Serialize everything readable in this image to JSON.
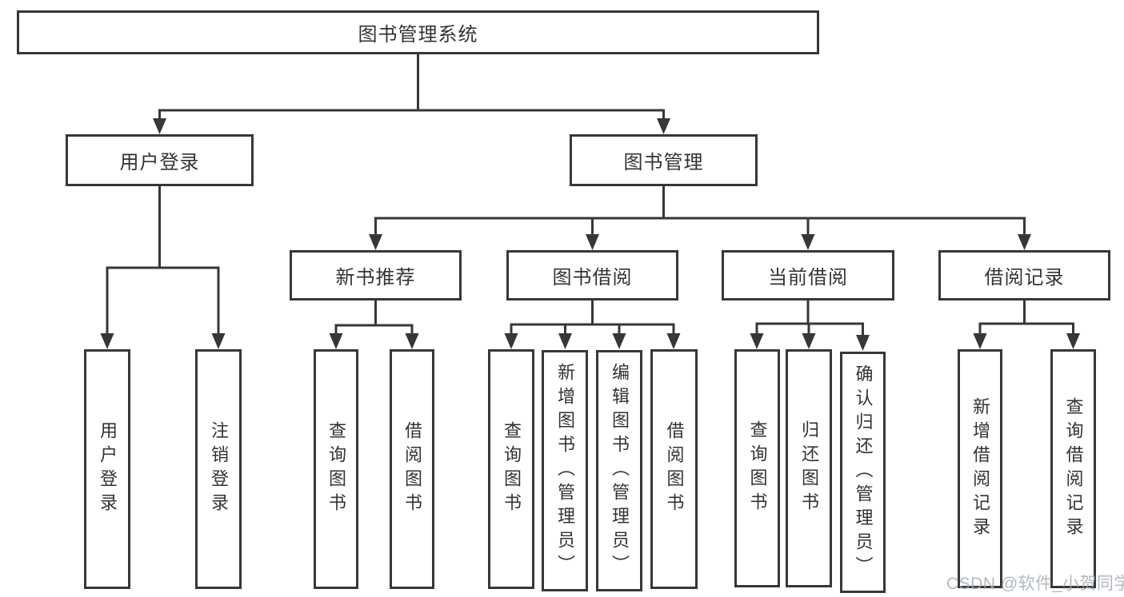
{
  "title": "图书管理系统",
  "tree": {
    "label": "图书管理系统",
    "children": [
      {
        "label": "用户登录",
        "children": [
          {
            "label": "用户登录"
          },
          {
            "label": "注销登录"
          }
        ]
      },
      {
        "label": "图书管理",
        "children": [
          {
            "label": "新书推荐",
            "children": [
              {
                "label": "查询图书"
              },
              {
                "label": "借阅图书"
              }
            ]
          },
          {
            "label": "图书借阅",
            "children": [
              {
                "label": "查询图书"
              },
              {
                "label": "新增图书（管理员）"
              },
              {
                "label": "编辑图书（管理员）"
              },
              {
                "label": "借阅图书"
              }
            ]
          },
          {
            "label": "当前借阅",
            "children": [
              {
                "label": "查询图书"
              },
              {
                "label": "归还图书"
              },
              {
                "label": "确认归还（管理员）"
              }
            ]
          },
          {
            "label": "借阅记录",
            "children": [
              {
                "label": "新增借阅记录"
              },
              {
                "label": "查询借阅记录"
              }
            ]
          }
        ]
      }
    ]
  },
  "watermark": {
    "text": "CSDN @软件_小贺同学"
  },
  "colors": {
    "line": "#373737",
    "text": "#333333",
    "background": "#ffffff",
    "watermark": "#a4acb4"
  }
}
